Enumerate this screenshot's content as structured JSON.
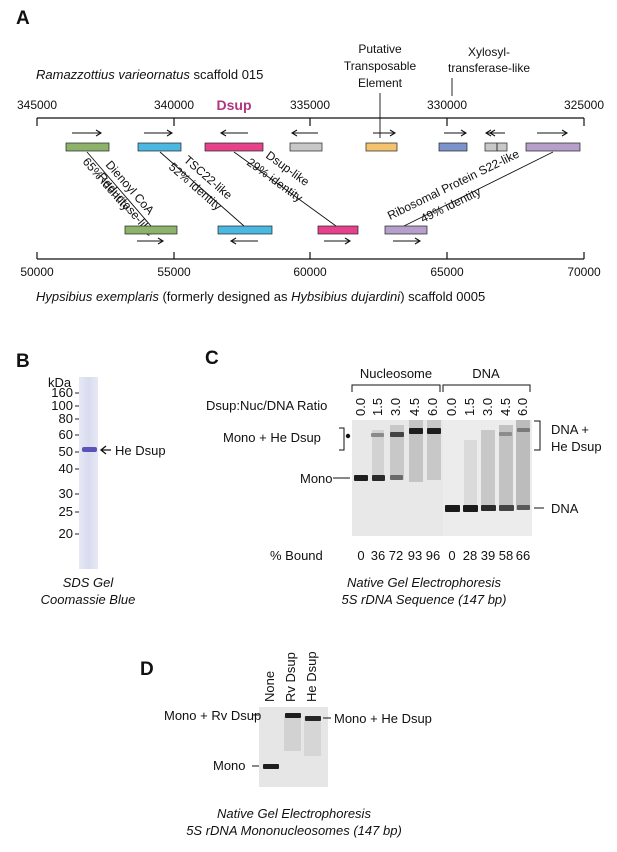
{
  "panelA": {
    "label": "A",
    "rv_scaffold": {
      "italic": "Ramazzottius varieornatus",
      "plain": " scaffold 015"
    },
    "he_scaffold": {
      "part1": "Hypsibius exemplaris",
      "part2": " (formerly designed as ",
      "part3": "Hybsibius dujardini",
      "part4": ") scaffold 0005"
    },
    "top_ticks": [
      "345000",
      "340000",
      "335000",
      "330000",
      "325000"
    ],
    "bottom_ticks": [
      "50000",
      "55000",
      "60000",
      "65000",
      "70000"
    ],
    "dsup_label": "Dsup",
    "dsup_color": "#b0357f",
    "annot_te": [
      "Putative",
      "Transposable",
      "Element"
    ],
    "annot_xyl": [
      "Xylosyl-",
      "transferase-like"
    ],
    "homologs": [
      {
        "name1": "Dienoyl CoA",
        "name2": "Reductase-like",
        "identity": "65% identity"
      },
      {
        "name1": "TSC22-like",
        "identity": "52% identity"
      },
      {
        "name1": "Dsup-like",
        "identity": "29% identity"
      },
      {
        "name1": "Ribosomal Protein S22-like",
        "identity": "49% identity"
      }
    ],
    "gene_colors": {
      "green": "#8db36b",
      "cyan": "#4ab8e0",
      "pink": "#e5428b",
      "grey": "#c8c8c8",
      "orange": "#f4c36e",
      "blue": "#7b95cc",
      "purple": "#b6a0cb"
    }
  },
  "panelB": {
    "label": "B",
    "kda": "kDa",
    "markers": [
      "160",
      "100",
      "80",
      "60",
      "50",
      "40",
      "30",
      "25",
      "20"
    ],
    "band_label": "He Dsup",
    "caption1": "SDS Gel",
    "caption2": "Coomassie Blue",
    "band_color": "#5a54b8"
  },
  "panelC": {
    "label": "C",
    "group_nuc": "Nucleosome",
    "group_dna": "DNA",
    "ratio_label": "Dsup:Nuc/DNA Ratio",
    "ratios": [
      "0.0",
      "1.5",
      "3.0",
      "4.5",
      "6.0",
      "0.0",
      "1.5",
      "3.0",
      "4.5",
      "6.0"
    ],
    "left_mono_he": "Mono + He Dsup",
    "left_mono": "Mono",
    "right_dna_he1": "DNA +",
    "right_dna_he2": "He Dsup",
    "right_dna": "DNA",
    "bound_label": "% Bound",
    "bound": [
      "0",
      "36",
      "72",
      "93",
      "96",
      "0",
      "28",
      "39",
      "58",
      "66"
    ],
    "caption1": "Native Gel Electrophoresis",
    "caption2": "5S rDNA Sequence (147 bp)"
  },
  "panelD": {
    "label": "D",
    "lanes": [
      "None",
      "Rv Dsup",
      "He Dsup"
    ],
    "left_rv": "Mono + Rv Dsup",
    "left_mono": "Mono",
    "right_he": "Mono + He Dsup",
    "caption1": "Native Gel Electrophoresis",
    "caption2": "5S rDNA Mononucleosomes (147 bp)"
  }
}
